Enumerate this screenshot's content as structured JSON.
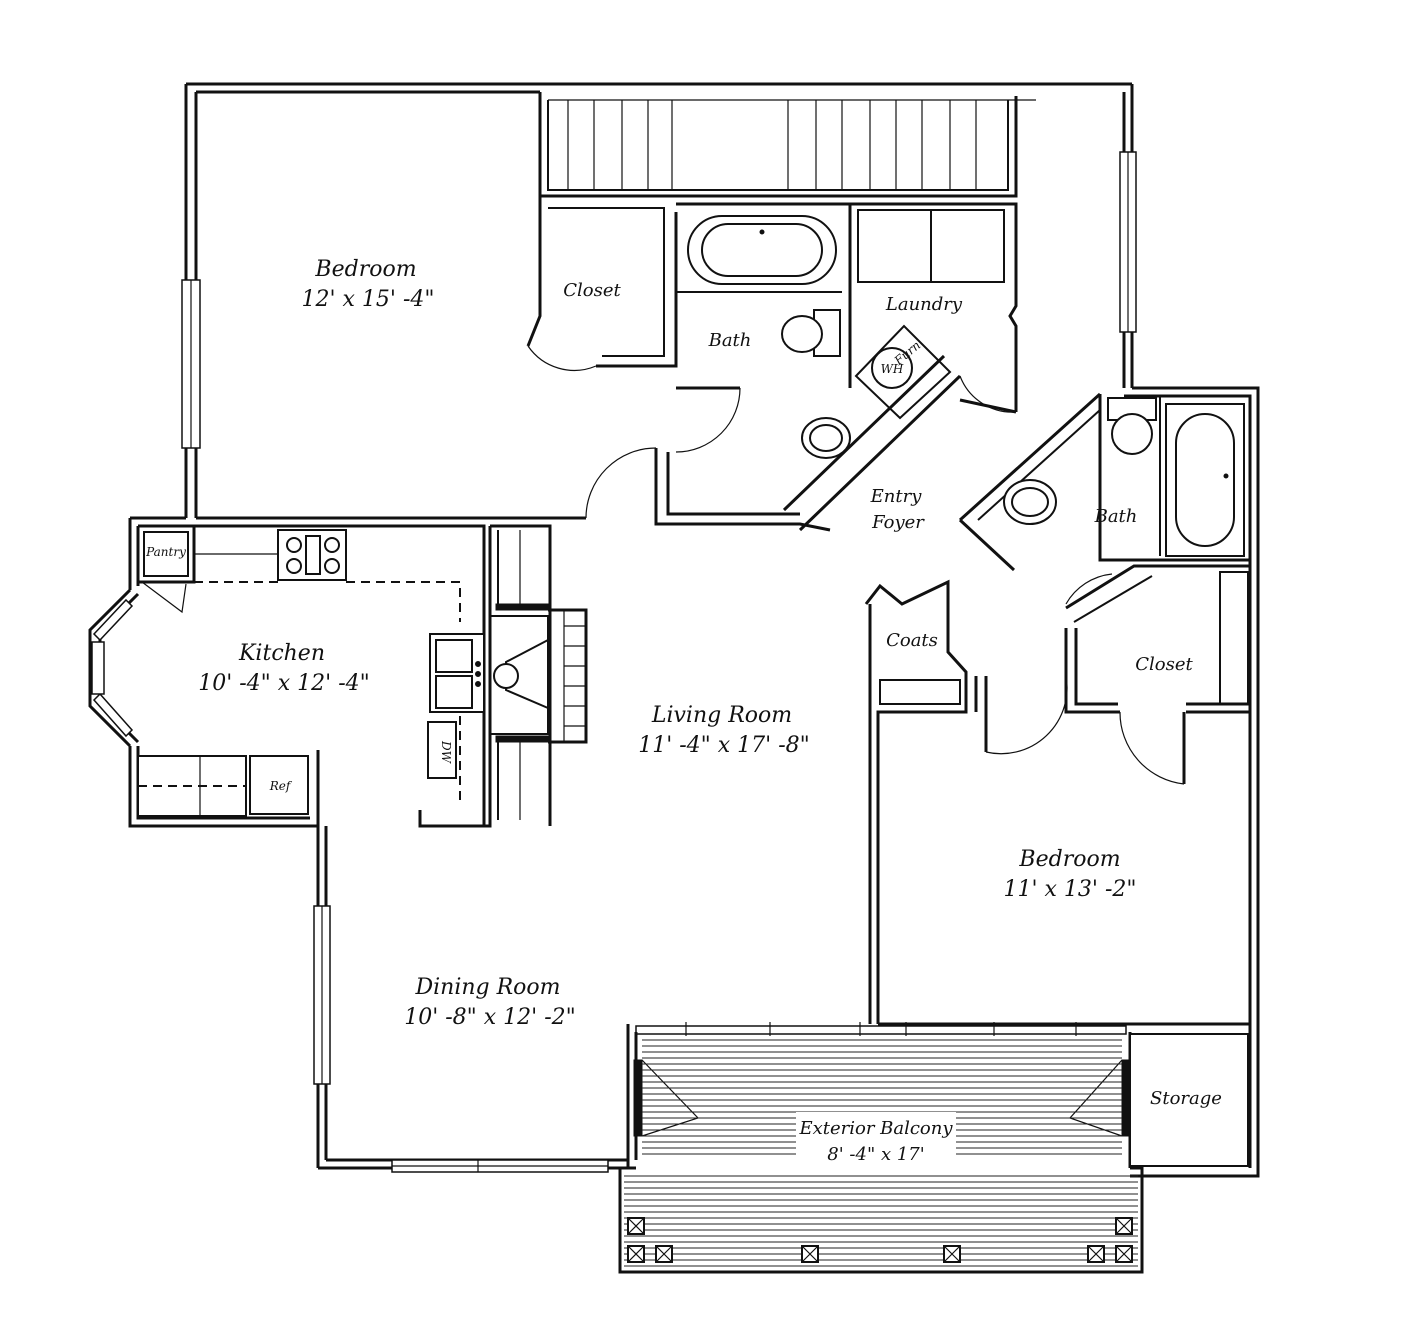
{
  "rooms": {
    "bedroom1": {
      "name": "Bedroom",
      "dims": "12' x 15' -4\""
    },
    "closet1": {
      "name": "Closet"
    },
    "bath1": {
      "name": "Bath"
    },
    "laundry": {
      "name": "Laundry"
    },
    "furn": {
      "name": "Furn"
    },
    "wh": {
      "name": "WH"
    },
    "entry": {
      "name1": "Entry",
      "name2": "Foyer"
    },
    "bath2": {
      "name": "Bath"
    },
    "pantry": {
      "name": "Pantry"
    },
    "kitchen": {
      "name": "Kitchen",
      "dims": "10' -4\" x 12' -4\""
    },
    "living": {
      "name": "Living Room",
      "dims": "11' -4\" x 17' -8\""
    },
    "coats": {
      "name": "Coats"
    },
    "closet2": {
      "name": "Closet"
    },
    "dw": {
      "name": "DW"
    },
    "ref": {
      "name": "Ref"
    },
    "bedroom2": {
      "name": "Bedroom",
      "dims": "11' x 13' -2\""
    },
    "dining": {
      "name": "Dining Room",
      "dims": "10' -8\" x 12' -2\""
    },
    "balcony": {
      "name": "Exterior Balcony",
      "dims": "8' -4\" x 17'"
    },
    "storage": {
      "name": "Storage"
    }
  }
}
